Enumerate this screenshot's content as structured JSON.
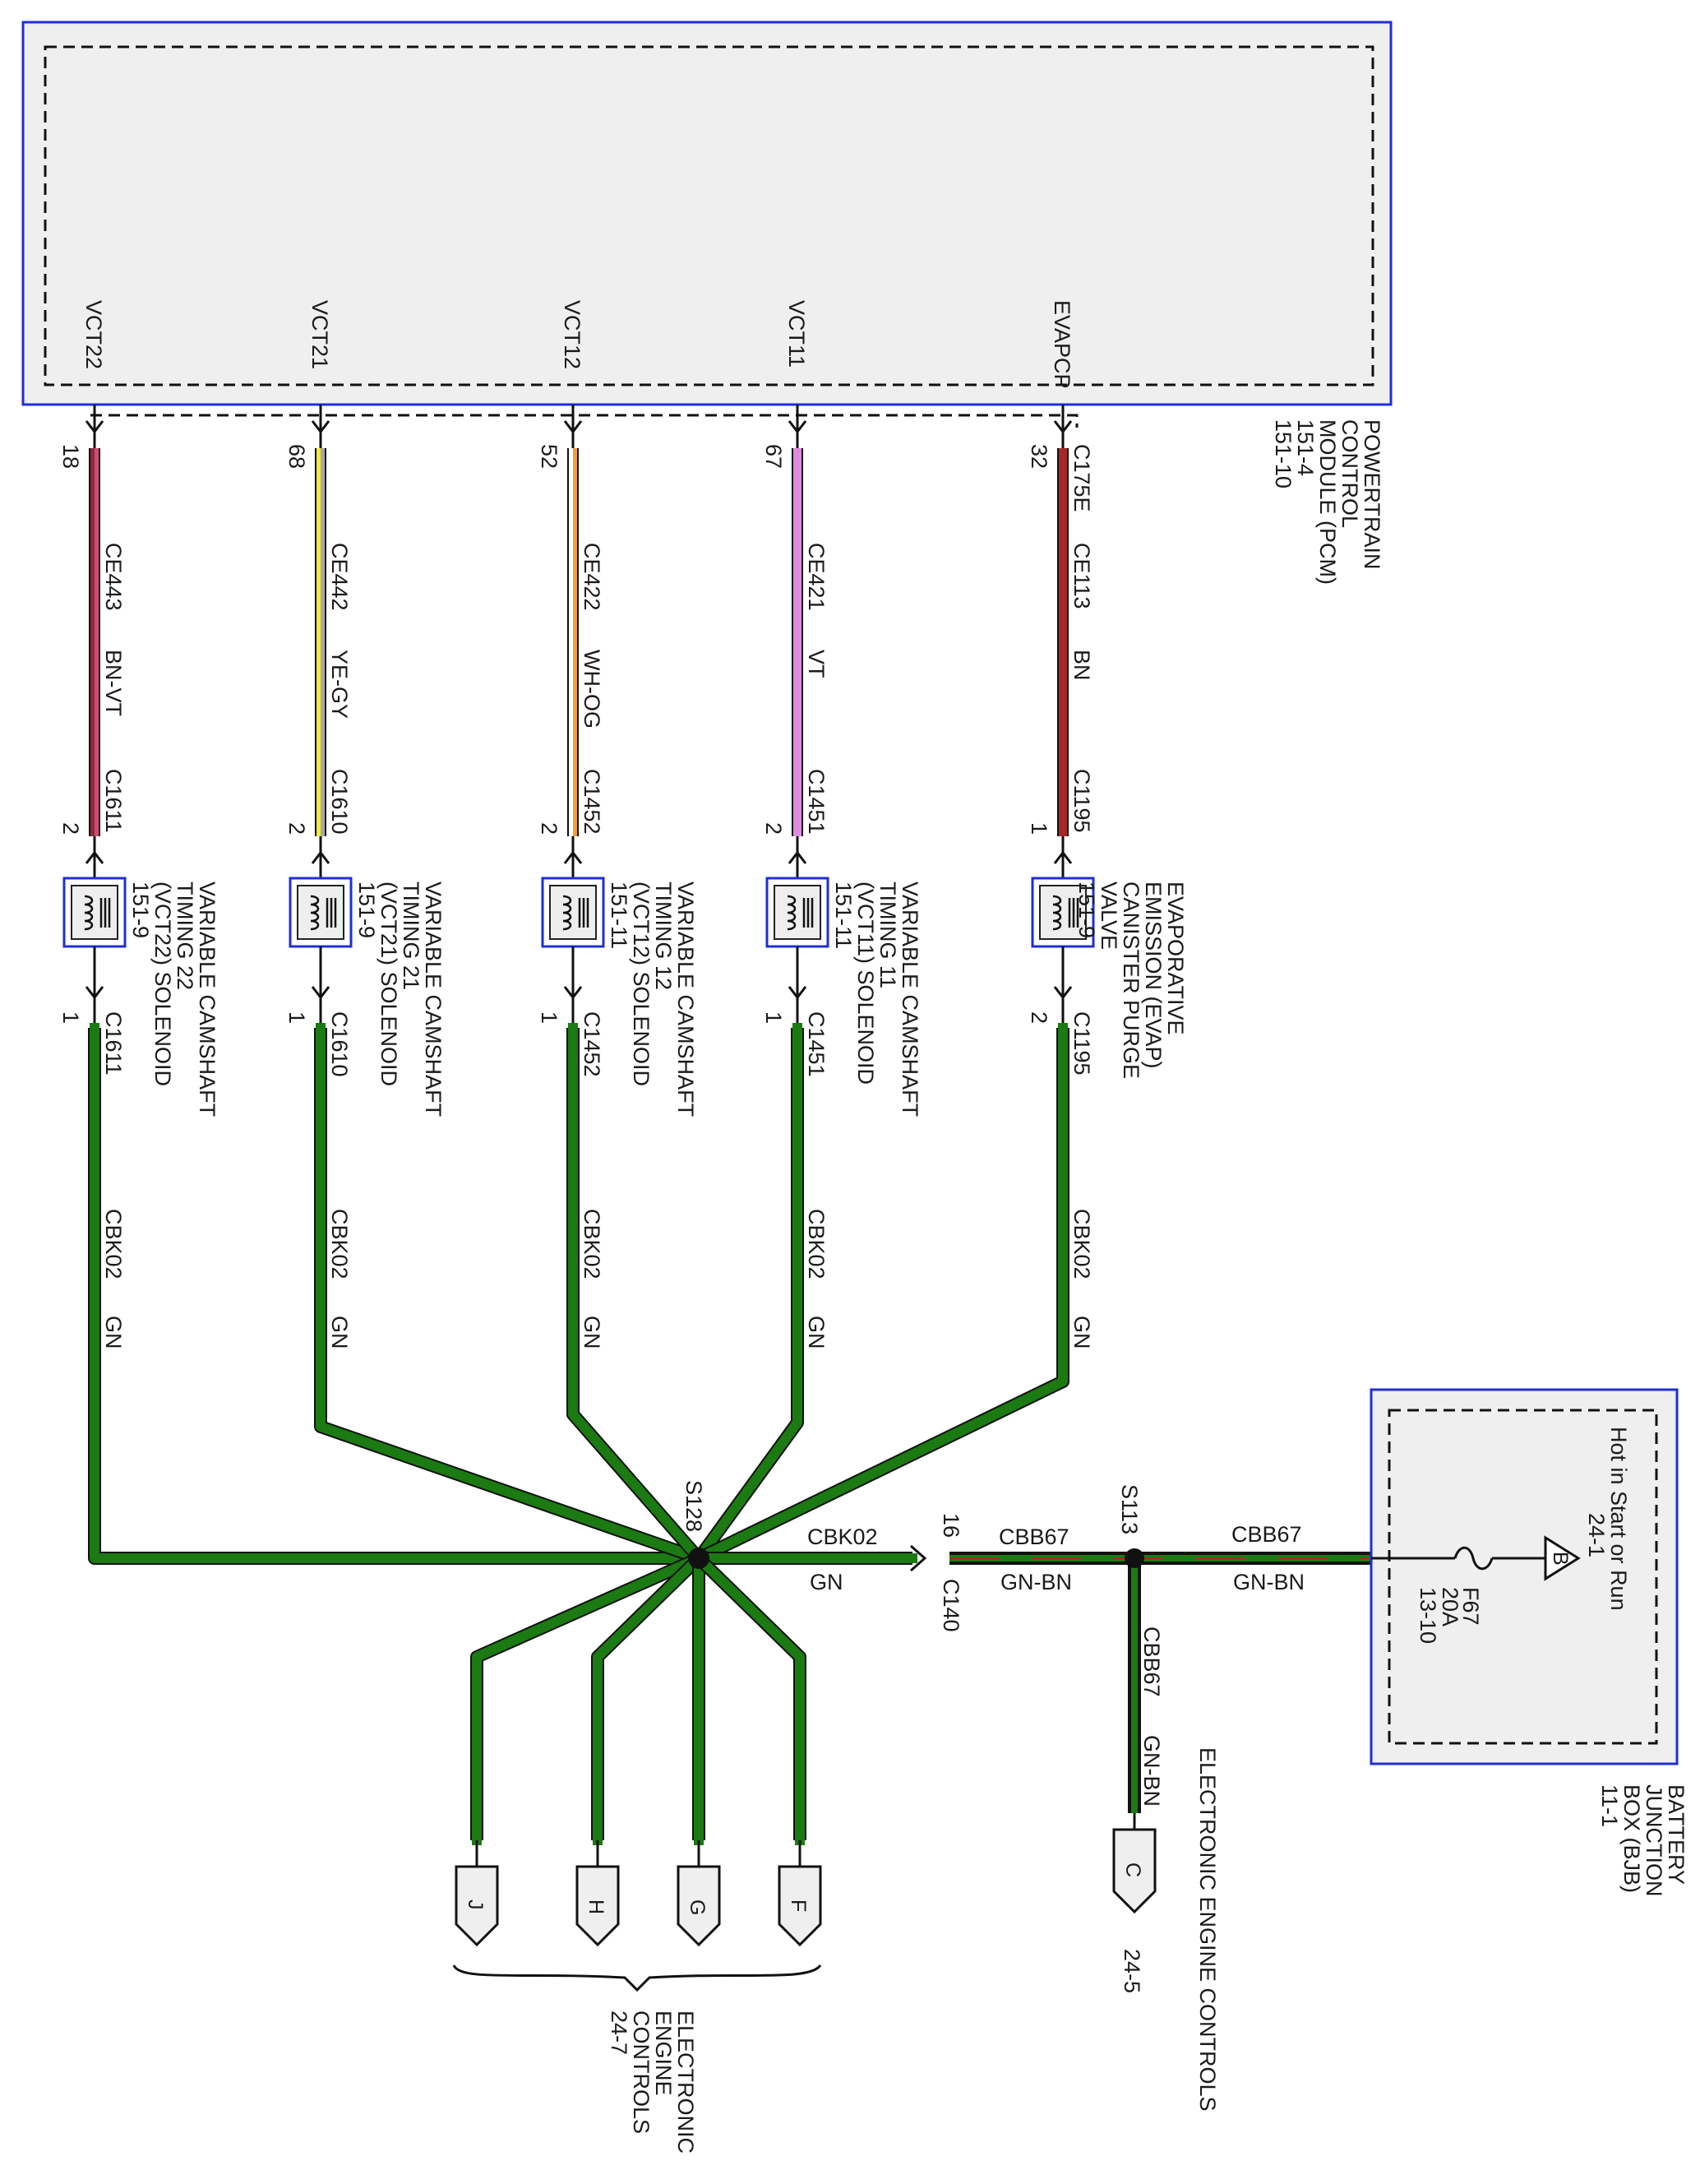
{
  "pcm": {
    "name_lines": [
      "POWERTRAIN",
      "CONTROL",
      "MODULE (PCM)",
      "151-4",
      "151-10"
    ],
    "pins": [
      "VCT22",
      "VCT21",
      "VCT12",
      "VCT11",
      "EVAPCP"
    ]
  },
  "circuits": [
    {
      "pcm_pin": "18",
      "pcm_conn": "",
      "circuit": "CE443",
      "color_code": "BN-VT",
      "dev_conn": "C1611",
      "dev_pin_in": "2",
      "dev_pin_out": "1",
      "gnd_conn": "C1611",
      "device_lines": [
        "VARIABLE CAMSHAFT",
        "TIMING 22",
        "(VCT22) SOLENOID",
        "151-9"
      ],
      "wire_colors": [
        "#8b2a3a",
        "#d04a7a"
      ]
    },
    {
      "pcm_pin": "68",
      "pcm_conn": "",
      "circuit": "CE442",
      "color_code": "YE-GY",
      "dev_conn": "C1610",
      "dev_pin_in": "2",
      "dev_pin_out": "1",
      "gnd_conn": "C1610",
      "device_lines": [
        "VARIABLE CAMSHAFT",
        "TIMING 21",
        "(VCT21) SOLENOID",
        "151-9"
      ],
      "wire_colors": [
        "#f2ea3c",
        "#a8a8a8"
      ]
    },
    {
      "pcm_pin": "52",
      "pcm_conn": "",
      "circuit": "CE422",
      "color_code": "WH-OG",
      "dev_conn": "C1452",
      "dev_pin_in": "2",
      "dev_pin_out": "1",
      "gnd_conn": "C1452",
      "device_lines": [
        "VARIABLE CAMSHAFT",
        "TIMING 12",
        "(VCT12) SOLENOID",
        "151-11"
      ],
      "wire_colors": [
        "#ffffff",
        "#f0a030"
      ]
    },
    {
      "pcm_pin": "67",
      "pcm_conn": "",
      "circuit": "CE421",
      "color_code": "VT",
      "dev_conn": "C1451",
      "dev_pin_in": "2",
      "dev_pin_out": "1",
      "gnd_conn": "C1451",
      "device_lines": [
        "VARIABLE CAMSHAFT",
        "TIMING 11",
        "(VCT11) SOLENOID",
        "151-11"
      ],
      "wire_colors": [
        "#e08ae0",
        "#e08ae0"
      ]
    },
    {
      "pcm_pin": "32",
      "pcm_conn": "C175E",
      "circuit": "CE113",
      "color_code": "BN",
      "dev_conn": "C1195",
      "dev_pin_in": "1",
      "dev_pin_out": "2",
      "gnd_conn": "C1195",
      "device_lines": [
        "EVAPORATIVE",
        "EMISSION (EVAP)",
        "CANISTER PURGE",
        "VALVE",
        "151-9"
      ],
      "wire_colors": [
        "#a62828",
        "#a62828"
      ]
    }
  ],
  "ground_wire": {
    "circuit": "CBK02",
    "color_code": "GN"
  },
  "splice_s128": "S128",
  "splice_s113": "S113",
  "c140": {
    "conn": "C140",
    "pin": "16"
  },
  "cbb67": {
    "circuit": "CBB67",
    "color_code": "GN-BN"
  },
  "bjb": {
    "name_lines": [
      "BATTERY",
      "JUNCTION",
      "BOX (BJB)",
      "11-1"
    ],
    "hot_lines": [
      "Hot in Start or Run",
      "24-1"
    ],
    "bus_letter": "B",
    "fuse_lines": [
      "F67",
      "20A",
      "13-10"
    ]
  },
  "refs_left": [
    "J",
    "H",
    "G",
    "F"
  ],
  "refs_left_label": [
    "ELECTRONIC",
    "ENGINE",
    "CONTROLS",
    "24-7"
  ],
  "ref_c": {
    "letter": "C",
    "page": "24-5",
    "label": "ELECTRONIC ENGINE CONTROLS"
  },
  "colors": {
    "frame_blue": "#1f2fd6",
    "gn": "#1b7a12",
    "bn": "#a62828"
  }
}
